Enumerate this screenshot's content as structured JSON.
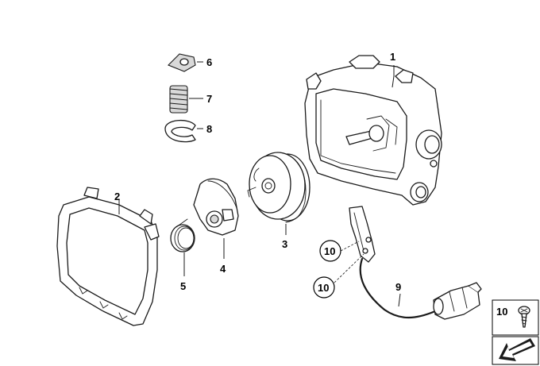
{
  "labels": {
    "p1": "1",
    "p2": "2",
    "p3": "3",
    "p4": "4",
    "p5": "5",
    "p6": "6",
    "p7": "7",
    "p8": "8",
    "p9": "9",
    "p10a": "10",
    "p10b": "10",
    "p10legend": "10"
  },
  "colors": {
    "line": "#1a1a1a",
    "fill": "#ffffff",
    "shade": "#d9d9d9",
    "arrow": "#1a1a1a"
  },
  "icons": {
    "legend_part": "screw-icon",
    "corner_symbol": "direction-arrow-icon"
  }
}
